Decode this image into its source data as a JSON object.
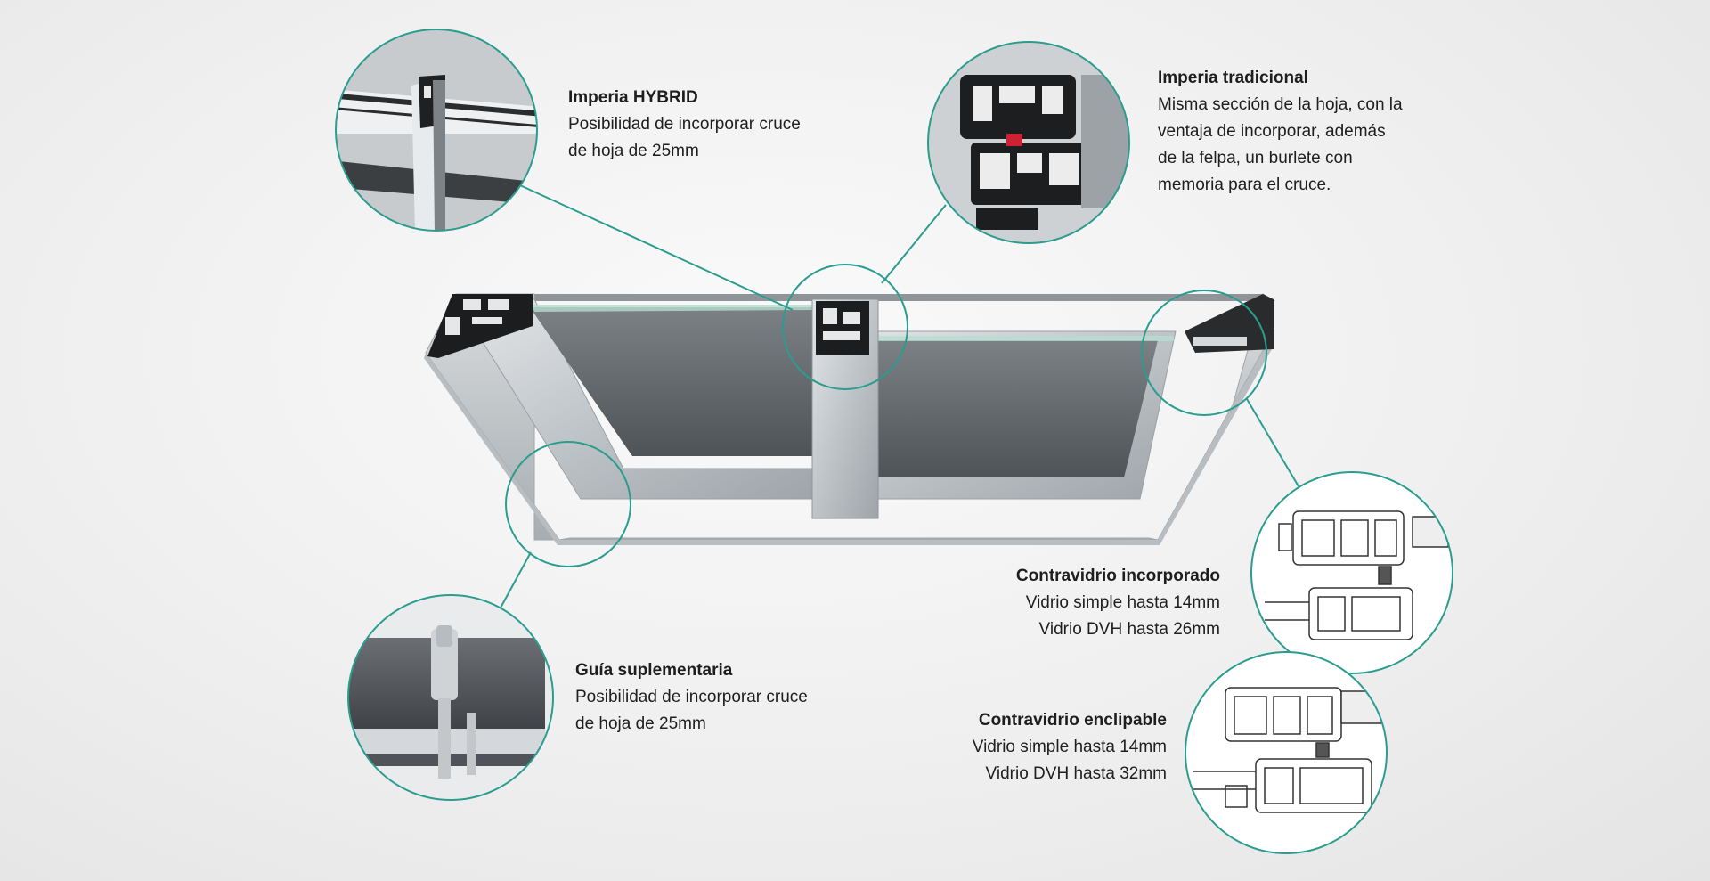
{
  "colors": {
    "accent": "#2a9d8f",
    "aluminum": "#c9cdd0",
    "glass_tint": "#5a5f63",
    "text": "#1e1e1e"
  },
  "callouts": {
    "hybrid": {
      "title": "Imperia HYBRID",
      "lines": [
        "Posibilidad de incorporar cruce",
        "de hoja de 25mm"
      ]
    },
    "tradicional": {
      "title": "Imperia tradicional",
      "lines": [
        "Misma sección de la hoja, con la",
        "ventaja de incorporar, además",
        "de la felpa, un burlete con",
        "memoria para el cruce."
      ]
    },
    "guia": {
      "title": "Guía suplementaria",
      "lines": [
        "Posibilidad de incorporar cruce",
        "de hoja de 25mm"
      ]
    },
    "incorporado": {
      "title": "Contravidrio incorporado",
      "lines": [
        "Vidrio simple hasta 14mm",
        "Vidrio DVH hasta 26mm"
      ]
    },
    "enclipable": {
      "title": "Contravidrio enclipable",
      "lines": [
        "Vidrio simple hasta 14mm",
        "Vidrio DVH hasta 32mm"
      ]
    }
  }
}
